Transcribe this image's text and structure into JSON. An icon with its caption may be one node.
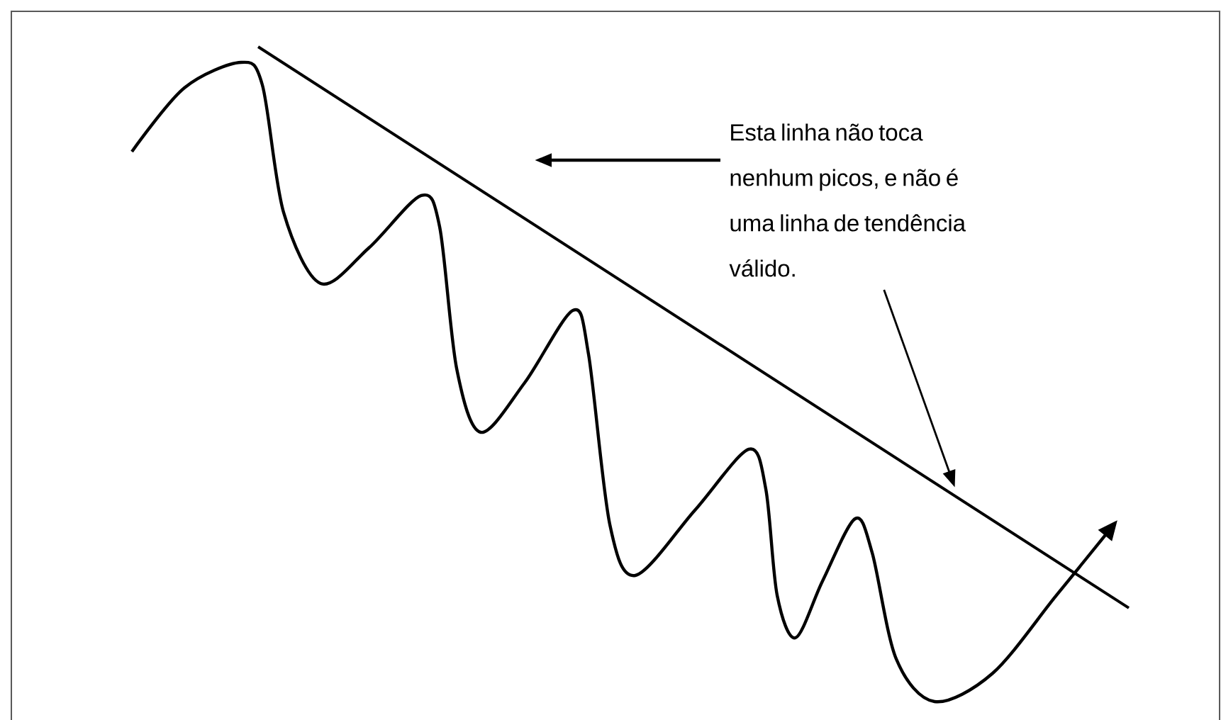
{
  "diagram": {
    "nodes": [
      {
        "text": [
          "Esta linha não toca nenhum picos, e não é uma linha de tendência válido."
        ]
      },
      {
        "text": [],
        "shape": "line"
      }
    ],
    "edges": [
      {
        "from": 0,
        "to": null,
        "arrow": "to"
      },
      {
        "from": 0,
        "to": 1,
        "arrow": "to"
      }
    ]
  }
}
